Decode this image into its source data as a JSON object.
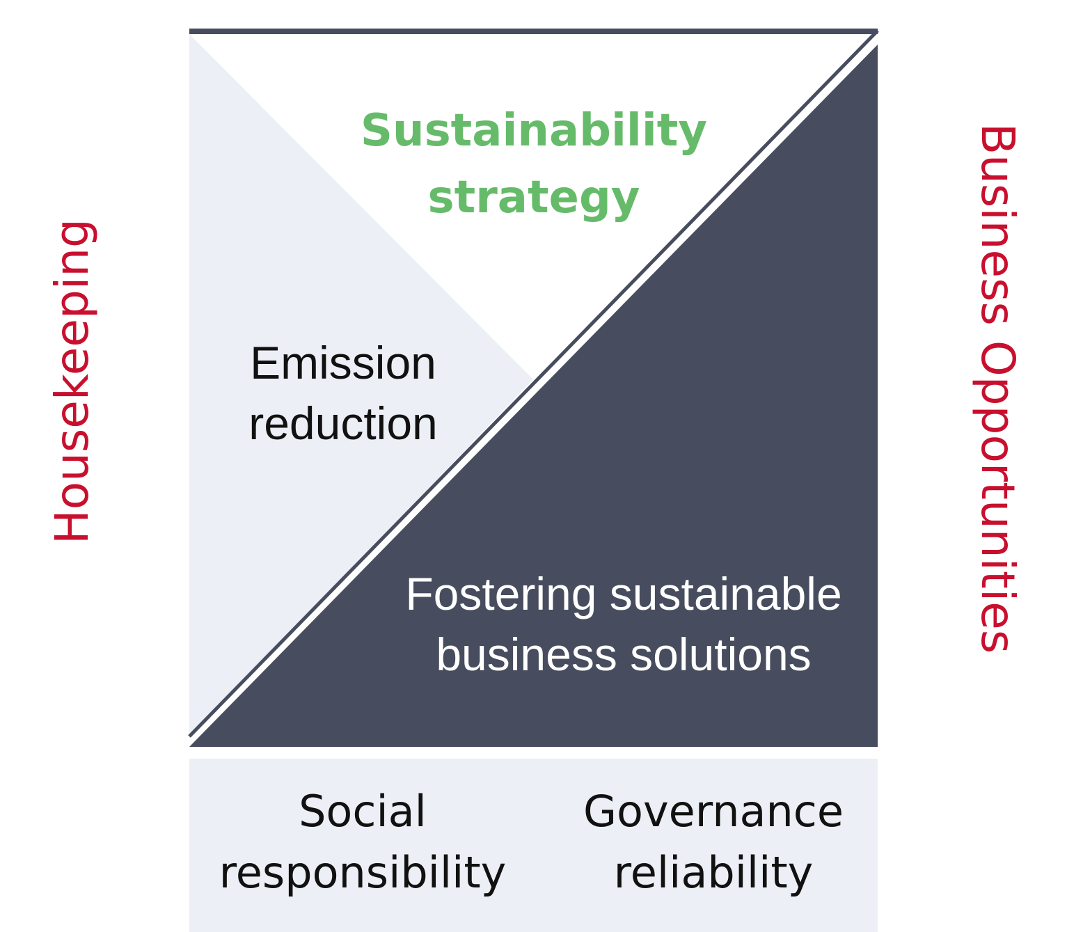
{
  "colors": {
    "side_label": "#c8102e",
    "strategy_text": "#66bb6a",
    "dark_text": "#111111",
    "light_text": "#ffffff",
    "dark_fill": "#474d5e",
    "light_fill": "#eceff5",
    "border": "#474d5e"
  },
  "side_labels": {
    "left": "Housekeeping",
    "right": "Business Opportunities"
  },
  "blocks": {
    "strategy": {
      "line1": "Sustainability",
      "line2": "strategy"
    },
    "emission": {
      "line1": "Emission",
      "line2": "reduction"
    },
    "fostering": {
      "line1": "Fostering sustainable",
      "line2": "business solutions"
    },
    "social": {
      "line1": "Social",
      "line2": "responsibility"
    },
    "governance": {
      "line1": "Governance",
      "line2": "reliability"
    }
  }
}
